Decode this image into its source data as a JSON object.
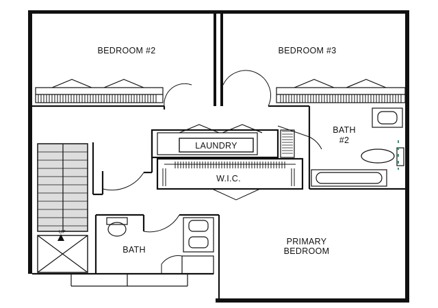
{
  "rooms": {
    "bedroom2": "BEDROOM #2",
    "bedroom3": "BEDROOM #3",
    "laundry": "LAUNDRY",
    "bath2_line1": "BATH",
    "bath2_line2": "#2",
    "wic": "W.I.C.",
    "bath": "BATH",
    "primary_line1": "PRIMARY",
    "primary_line2": "BEDROOM"
  },
  "stairs": {
    "up_label": "UP"
  },
  "colors": {
    "line": "#111111",
    "background": "#ffffff",
    "tile_accent": "#2a9a6a"
  }
}
